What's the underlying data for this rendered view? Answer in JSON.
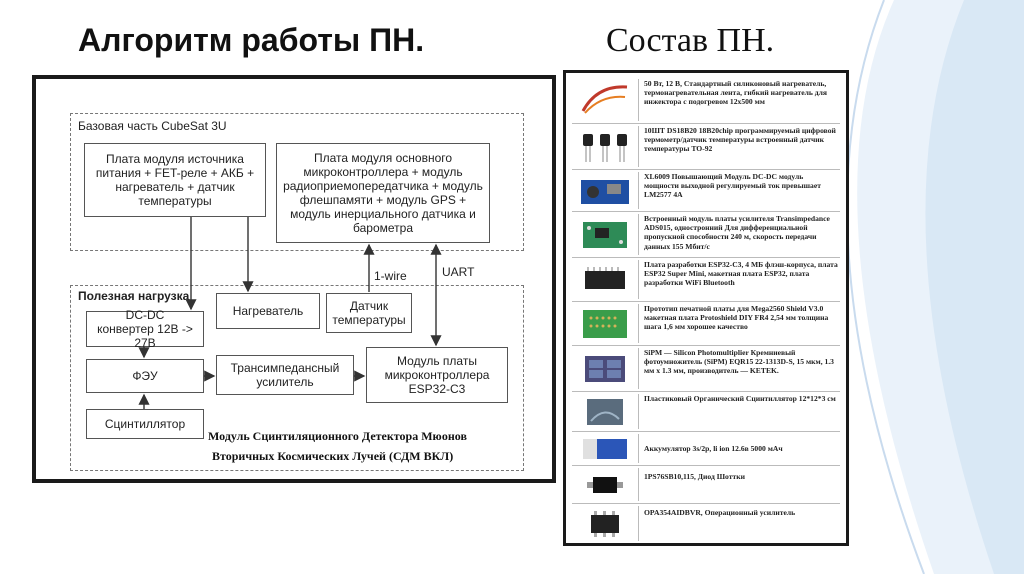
{
  "slide": {
    "title_left": "Алгоритм работы ПН.",
    "title_right": "Состав ПН."
  },
  "diagram": {
    "base_region_label": "Базовая часть CubeSat 3U",
    "power_module": "Плата модуля источника питания + FET-реле + АКБ + нагреватель + датчик температуры",
    "main_mcu_module": "Плата модуля основного микроконтроллера + модуль радиоприемопередатчика + модуль флешпамяти + модуль GPS + модуль инерциального датчика и барометра",
    "payload_region_label": "Полезная нагрузка",
    "heater": "Нагреватель",
    "temp_sensor": "Датчик температуры",
    "dcdc": "DC-DC конвертер 12В -> 27В",
    "pmt": "ФЭУ",
    "tia": "Трансимпедансный усилитель",
    "mcu_board": "Модуль платы микроконтроллера ESP32-C3",
    "scintillator": "Сцинтиллятор",
    "onewire_label": "1-wire",
    "uart_label": "UART",
    "caption_line1": "Модуль Сцинтиляционного Детектора Мюонов",
    "caption_line2": "Вторичных Космических Лучей (СДМ ВКЛ)"
  },
  "components": [
    {
      "icon": "heater-strip-icon",
      "text": "50 Вт, 12 В, Стандартный силиконовый нагреватель, термонагревательная лента, гибкий нагреватель для инжектора с подогревом 12x500 мм"
    },
    {
      "icon": "temperature-sensor-icon",
      "text": "10ШТ DS18B20 18B20chip программируемый цифровой термометр/датчик температуры встроенный датчик температуры ТО-92"
    },
    {
      "icon": "dcdc-module-icon",
      "text": "XL6009 Повышающий Модуль DC-DC модуль мощности выходной регулируемый ток превышает LM2577 4A"
    },
    {
      "icon": "amplifier-board-icon",
      "text": "Встроенный модуль платы усилителя Transimpedance ADS015, одностронний Для дифференциальной пропускной способности 240 м, скорость передачи данных 155 Мбит/с"
    },
    {
      "icon": "esp32-board-icon",
      "text": "Плата разработки ESP32-C3, 4 МБ флэш-корпуса, плата ESP32 Super Mini, макетная плата ESP32, плата разработки WiFi Bluetooth"
    },
    {
      "icon": "prototype-pcb-icon",
      "text": "Прототип печатной платы для Mega2560 Shield V3.0 макетная плата Protoshield DIY FR4 2,54 мм толщина шага 1,6 мм хорошее качество"
    },
    {
      "icon": "sipm-icon",
      "text": "SiPM — Silicon Photomultiplier Кремниевый фотоумножитель (SiPM) EQR15 22-1313D-S, 15 мкм, 1.3 мм x 1.3 мм, производитель — KETEK."
    },
    {
      "icon": "scintillator-icon",
      "text": "Пластиковый Органический Сцинтиллятор 12*12*3 см"
    },
    {
      "icon": "battery-icon",
      "text": "Аккумулятор 3s/2p, li ion 12.6в 5000 мАч"
    },
    {
      "icon": "diode-icon",
      "text": "1PS76SB10,115, Диод Шоттки"
    },
    {
      "icon": "opamp-chip-icon",
      "text": "OPA354AIDBVR, Операционный усилитель"
    }
  ],
  "colors": {
    "deco_blue": "#d9e8f5",
    "frame": "#1a1a1a",
    "line": "#333333"
  }
}
